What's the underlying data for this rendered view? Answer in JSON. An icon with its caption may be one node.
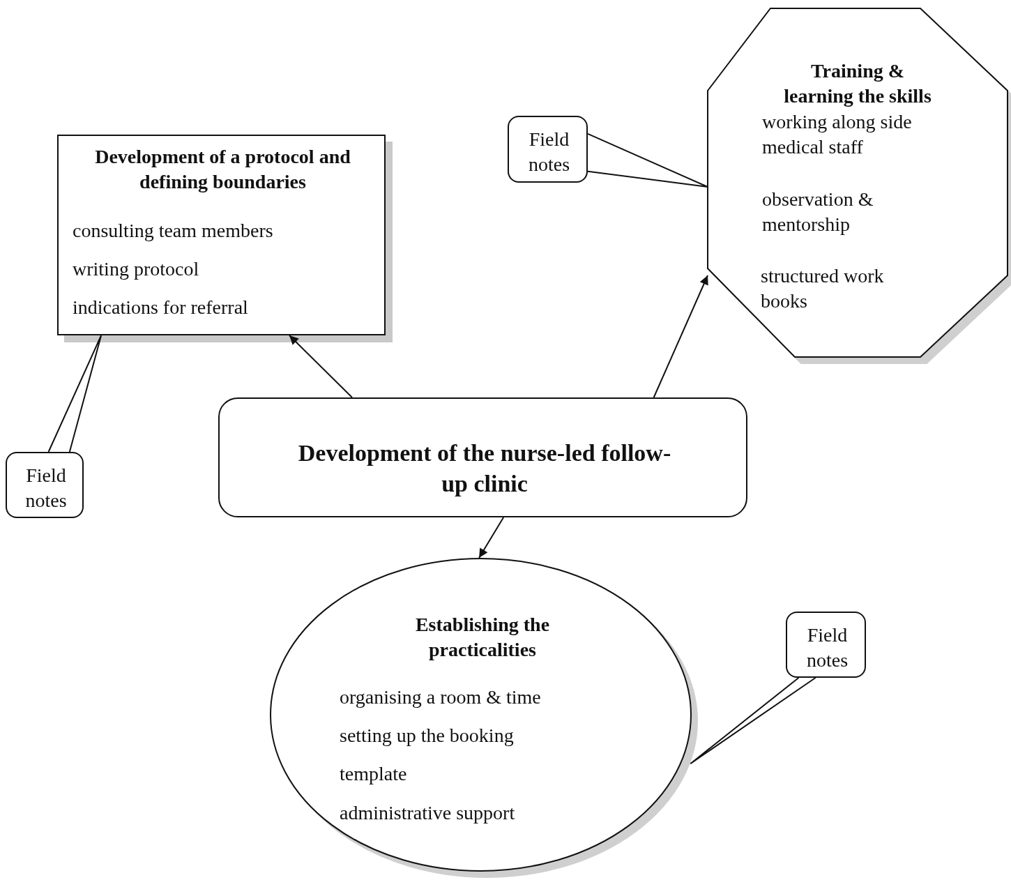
{
  "diagram": {
    "nodes": [
      {
        "text": [
          "Development of the nurse-led follow-up clinic"
        ]
      },
      {
        "text": [
          "Development of a protocol and defining boundaries",
          "consulting team members",
          "writing protocol",
          "indications for referral"
        ]
      },
      {
        "text": [
          "Training & learning the skills",
          "working along side medical staff",
          "observation & mentorship",
          "structured work books"
        ]
      },
      {
        "text": [
          "Establishing the practicalities",
          "organising a room & time",
          "setting up the booking",
          "template",
          "administrative support"
        ]
      },
      {
        "text": [
          "Field notes"
        ]
      },
      {
        "text": [
          "Field notes"
        ]
      },
      {
        "text": [
          "Field notes"
        ]
      }
    ],
    "edges": [
      {
        "from": 0,
        "to": 1,
        "arrow": "to"
      },
      {
        "from": 0,
        "to": 2,
        "arrow": "to"
      },
      {
        "from": 0,
        "to": 3,
        "arrow": "to"
      },
      {
        "from": 4,
        "to": 2,
        "arrow": "none"
      },
      {
        "from": 5,
        "to": 1,
        "arrow": "none"
      },
      {
        "from": 6,
        "to": 3,
        "arrow": "none"
      }
    ]
  }
}
